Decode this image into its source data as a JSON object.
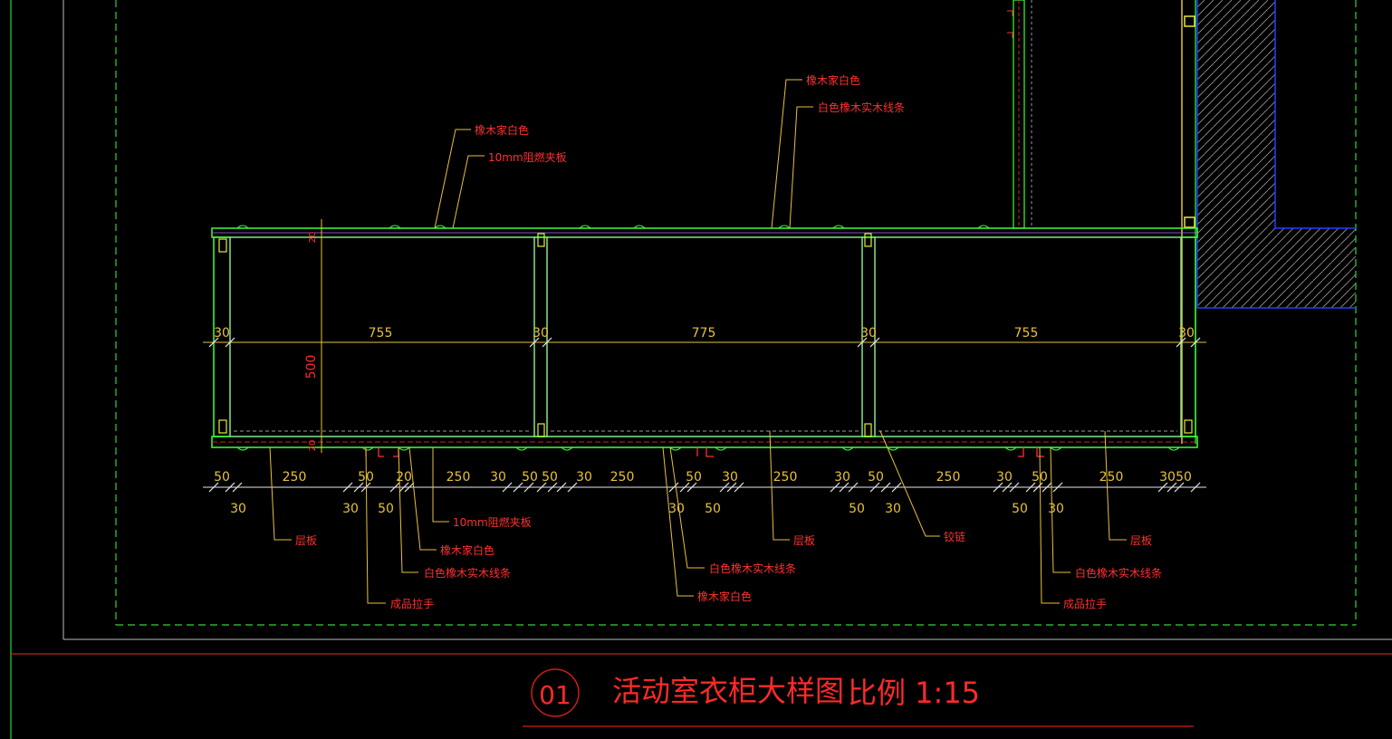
{
  "drawing": {
    "title": "活动室衣柜大样图",
    "scale_text": "比例 1:15",
    "number": "01"
  },
  "dimensions": {
    "top": [
      {
        "id": "t1",
        "text": "30"
      },
      {
        "id": "t2",
        "text": "755"
      },
      {
        "id": "t3",
        "text": "30"
      },
      {
        "id": "t4",
        "text": "775"
      },
      {
        "id": "t5",
        "text": "30"
      },
      {
        "id": "t6",
        "text": "755"
      },
      {
        "id": "t7",
        "text": "30"
      }
    ],
    "depth": {
      "text": "500"
    },
    "depth_small_top": {
      "text": "20"
    },
    "depth_small_bottom": {
      "text": "20"
    },
    "bottom_upper": [
      {
        "id": "b1",
        "text": "50"
      },
      {
        "id": "b2",
        "text": "250"
      },
      {
        "id": "b3",
        "text": "50"
      },
      {
        "id": "b4",
        "text": "20"
      },
      {
        "id": "b5",
        "text": "250"
      },
      {
        "id": "b6",
        "text": "30"
      },
      {
        "id": "b7",
        "text": "50"
      },
      {
        "id": "b8",
        "text": "50"
      },
      {
        "id": "b9",
        "text": "30"
      },
      {
        "id": "b10",
        "text": "250"
      },
      {
        "id": "b11",
        "text": "50"
      },
      {
        "id": "b12",
        "text": "30"
      },
      {
        "id": "b13",
        "text": "250"
      },
      {
        "id": "b14",
        "text": "30"
      },
      {
        "id": "b15",
        "text": "50"
      },
      {
        "id": "b16",
        "text": "250"
      },
      {
        "id": "b17",
        "text": "30"
      },
      {
        "id": "b18",
        "text": "50"
      },
      {
        "id": "b19",
        "text": "250"
      },
      {
        "id": "b20",
        "text": "30"
      },
      {
        "id": "b21",
        "text": "50"
      }
    ],
    "bottom_lower": [
      {
        "id": "l1",
        "text": "30"
      },
      {
        "id": "l2",
        "text": "30"
      },
      {
        "id": "l3",
        "text": "50"
      },
      {
        "id": "l4",
        "text": "30"
      },
      {
        "id": "l5",
        "text": "50"
      },
      {
        "id": "l6",
        "text": "50"
      },
      {
        "id": "l7",
        "text": "30"
      },
      {
        "id": "l8",
        "text": "50"
      },
      {
        "id": "l9",
        "text": "30"
      }
    ]
  },
  "annotations": {
    "top": [
      {
        "id": "a1",
        "text": "橡木家白色"
      },
      {
        "id": "a2",
        "text": "10mm阻燃夹板"
      },
      {
        "id": "a3",
        "text": "橡木家白色"
      },
      {
        "id": "a4",
        "text": "白色橡木实木线条"
      }
    ],
    "bottom": [
      {
        "id": "c1",
        "text": "层板"
      },
      {
        "id": "c2",
        "text": "10mm阻燃夹板"
      },
      {
        "id": "c3",
        "text": "橡木家白色"
      },
      {
        "id": "c4",
        "text": "白色橡木实木线条"
      },
      {
        "id": "c5",
        "text": "成品拉手"
      },
      {
        "id": "c6",
        "text": "白色橡木实木线条"
      },
      {
        "id": "c7",
        "text": "橡木家白色"
      },
      {
        "id": "c8",
        "text": "层板"
      },
      {
        "id": "c9",
        "text": "铰链"
      },
      {
        "id": "c10",
        "text": "层板"
      },
      {
        "id": "c11",
        "text": "白色橡木实木线条"
      },
      {
        "id": "c12",
        "text": "成品拉手"
      }
    ]
  },
  "colors": {
    "background": "#000000",
    "panel": "#3cff3c",
    "dimension": "#e8c13a",
    "annotation": "#ff3030",
    "frame": "#2fd62f",
    "wall_hatch": "#2040ff"
  }
}
